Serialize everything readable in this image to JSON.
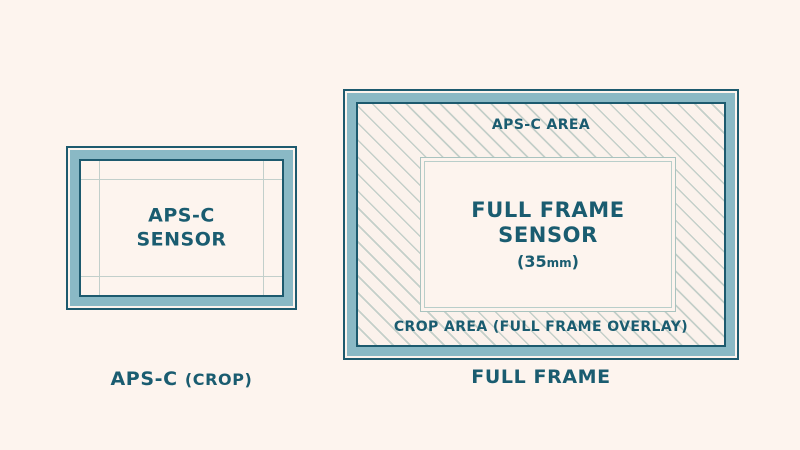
{
  "canvas": {
    "background_color": "#fdf4ee",
    "ink_color": "#1a5c70",
    "band_color": "#8ab9c5",
    "hatch_color": "#96b2ac",
    "rule_color": "#b9ceca"
  },
  "diagram": {
    "title_hidden": "",
    "apsc_panel": {
      "sensor_label_line1": "APS-C",
      "sensor_label_line2": "SENSOR",
      "bottom_caption_main": "APS-C ",
      "bottom_caption_paren": "(CROP)"
    },
    "fullframe_panel": {
      "top_hatch_caption": "APS-C AREA",
      "bottom_hatch_caption": "CROP AREA (FULL FRAME OVERLAY)",
      "sensor_label_line1": "FULL FRAME",
      "sensor_label_line2": "SENSOR",
      "sensor_note_open": "(35",
      "sensor_note_unit": "mm",
      "sensor_note_close": ")",
      "bottom_caption": "FULL FRAME"
    }
  }
}
